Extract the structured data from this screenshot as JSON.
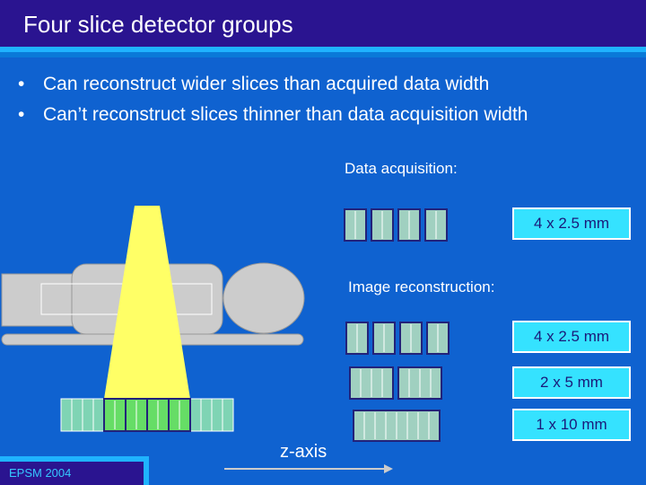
{
  "title": "Four slice detector groups",
  "bullets": [
    "Can reconstruct wider slices than acquired data width",
    "Can’t reconstruct slices thinner than data acquisition width"
  ],
  "bullet_glyph": "•",
  "acquisition": {
    "heading": "Data acquisition:",
    "value": "4 x 2.5 mm"
  },
  "reconstruction": {
    "heading": "Image reconstruction:",
    "values": [
      "4 x 2.5 mm",
      "2 x 5 mm",
      "1 x 10 mm"
    ]
  },
  "axis_label": "z-axis",
  "footer": "EPSM 2004",
  "colors": {
    "background": "#0f62d0",
    "title_bar": "#2a1490",
    "accent": "#1fb3ff",
    "value_box": "#35e2ff",
    "beam": "#ffff66",
    "detector_cell": "#a0d0c0"
  }
}
